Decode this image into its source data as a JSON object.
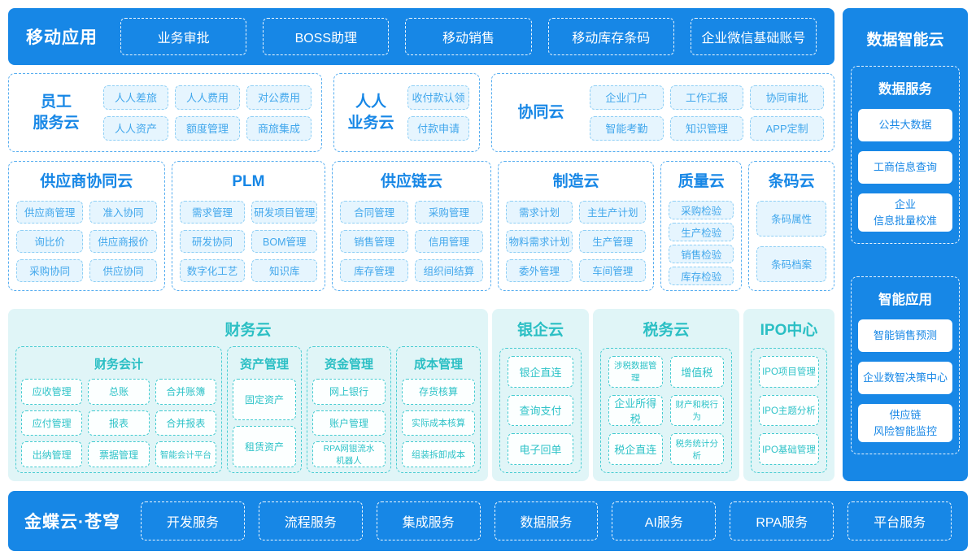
{
  "colors": {
    "primary_blue": "#1787E6",
    "blue_box_border": "#57AEF0",
    "blue_chip_bg": "#E6F5FE",
    "blue_chip_border": "#8FCFF5",
    "blue_chip_text": "#41A7EC",
    "teal_title": "#2BBFC4",
    "teal_block_bg": "#E0F5F7",
    "teal_border": "#4ACDD2",
    "teal_chip_text": "#2FC3C8",
    "white": "#FFFFFF"
  },
  "top_bar": {
    "title": "移动应用",
    "buttons": [
      "业务审批",
      "BOSS助理",
      "移动销售",
      "移动库存条码",
      "企业微信基础账号"
    ]
  },
  "employee_cloud": {
    "title": "员工\n服务云",
    "items": [
      "人人差旅",
      "人人费用",
      "对公费用",
      "人人资产",
      "额度管理",
      "商旅集成"
    ]
  },
  "renren_cloud": {
    "title": "人人\n业务云",
    "items": [
      "收付款认领",
      "付款申请"
    ]
  },
  "collab_cloud": {
    "title": "协同云",
    "items": [
      "企业门户",
      "工作汇报",
      "协同审批",
      "智能考勤",
      "知识管理",
      "APP定制"
    ]
  },
  "supplier_cloud": {
    "title": "供应商协同云",
    "items": [
      "供应商管理",
      "准入协同",
      "询比价",
      "供应商报价",
      "采购协同",
      "供应协同"
    ]
  },
  "plm_cloud": {
    "title": "PLM",
    "items": [
      "需求管理",
      "研发项目管理",
      "研发协同",
      "BOM管理",
      "数字化工艺",
      "知识库"
    ]
  },
  "supply_chain_cloud": {
    "title": "供应链云",
    "items": [
      "合同管理",
      "采购管理",
      "销售管理",
      "信用管理",
      "库存管理",
      "组织间结算"
    ]
  },
  "manufacturing_cloud": {
    "title": "制造云",
    "items": [
      "需求计划",
      "主生产计划",
      "物料需求计划",
      "生产管理",
      "委外管理",
      "车间管理"
    ]
  },
  "quality_cloud": {
    "title": "质量云",
    "items": [
      "采购检验",
      "生产检验",
      "销售检验",
      "库存检验"
    ]
  },
  "barcode_cloud": {
    "title": "条码云",
    "items": [
      "条码属性",
      "条码档案"
    ]
  },
  "finance_cloud": {
    "title": "财务云",
    "accounting": {
      "title": "财务会计",
      "items": [
        "应收管理",
        "总账",
        "合并账簿",
        "应付管理",
        "报表",
        "合并报表",
        "出纳管理",
        "票据管理",
        "智能会计平台"
      ]
    },
    "asset": {
      "title": "资产管理",
      "items": [
        "固定资产",
        "租赁资产"
      ]
    },
    "funds": {
      "title": "资金管理",
      "items": [
        "网上银行",
        "账户管理",
        "RPA网银流水\n机器人"
      ]
    },
    "cost": {
      "title": "成本管理",
      "items": [
        "存货核算",
        "实际成本核算",
        "组装拆卸成本"
      ]
    }
  },
  "bank_cloud": {
    "title": "银企云",
    "items": [
      "银企直连",
      "查询支付",
      "电子回单"
    ]
  },
  "tax_cloud": {
    "title": "税务云",
    "items": [
      "涉税数据管理",
      "增值税",
      "企业所得税",
      "财产和税行为",
      "税企直连",
      "税务统计分析"
    ]
  },
  "ipo_center": {
    "title": "IPO中心",
    "items": [
      "IPO项目管理",
      "IPO主题分析",
      "IPO基础管理"
    ]
  },
  "data_intelligence": {
    "title": "数据智能云",
    "data_service": {
      "title": "数据服务",
      "items": [
        "公共大数据",
        "工商信息查询",
        "企业\n信息批量校准"
      ]
    },
    "smart_apps": {
      "title": "智能应用",
      "items": [
        "智能销售预测",
        "企业数智决策中心",
        "供应链\n风险智能监控"
      ]
    }
  },
  "bottom_bar": {
    "title": "金蝶云·苍穹",
    "buttons": [
      "开发服务",
      "流程服务",
      "集成服务",
      "数据服务",
      "AI服务",
      "RPA服务",
      "平台服务"
    ]
  }
}
